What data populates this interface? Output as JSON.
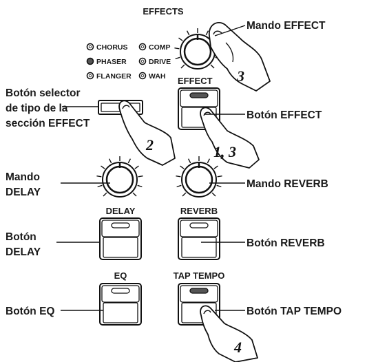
{
  "effects_section": {
    "title": "EFFECTS",
    "types": [
      {
        "label": "CHORUS",
        "lit": false
      },
      {
        "label": "COMP",
        "lit": false
      },
      {
        "label": "PHASER",
        "lit": true
      },
      {
        "label": "DRIVE",
        "lit": false
      },
      {
        "label": "FLANGER",
        "lit": false
      },
      {
        "label": "WAH",
        "lit": false
      }
    ]
  },
  "panel_labels": {
    "effect": "EFFECT",
    "delay": "DELAY",
    "reverb": "REVERB",
    "eq": "EQ",
    "tap_tempo": "TAP TEMPO"
  },
  "callouts": {
    "mando_effect": "Mando EFFECT",
    "selector_line1": "Botón selector",
    "selector_line2": "de tipo de la",
    "selector_line3": "sección EFFECT",
    "boton_effect": "Botón EFFECT",
    "mando_delay_line1": "Mando",
    "mando_delay_line2": "DELAY",
    "mando_reverb": "Mando REVERB",
    "boton_delay_line1": "Botón",
    "boton_delay_line2": "DELAY",
    "boton_reverb": "Botón REVERB",
    "boton_eq": "Botón EQ",
    "boton_tap": "Botón TAP TEMPO"
  },
  "steps": {
    "knob_step": "3",
    "selector_step": "2",
    "effect_step": "1, 3",
    "tap_step": "4"
  },
  "colors": {
    "ink": "#1a1a1a",
    "led_on": "#555555",
    "led_off": "#ffffff"
  }
}
